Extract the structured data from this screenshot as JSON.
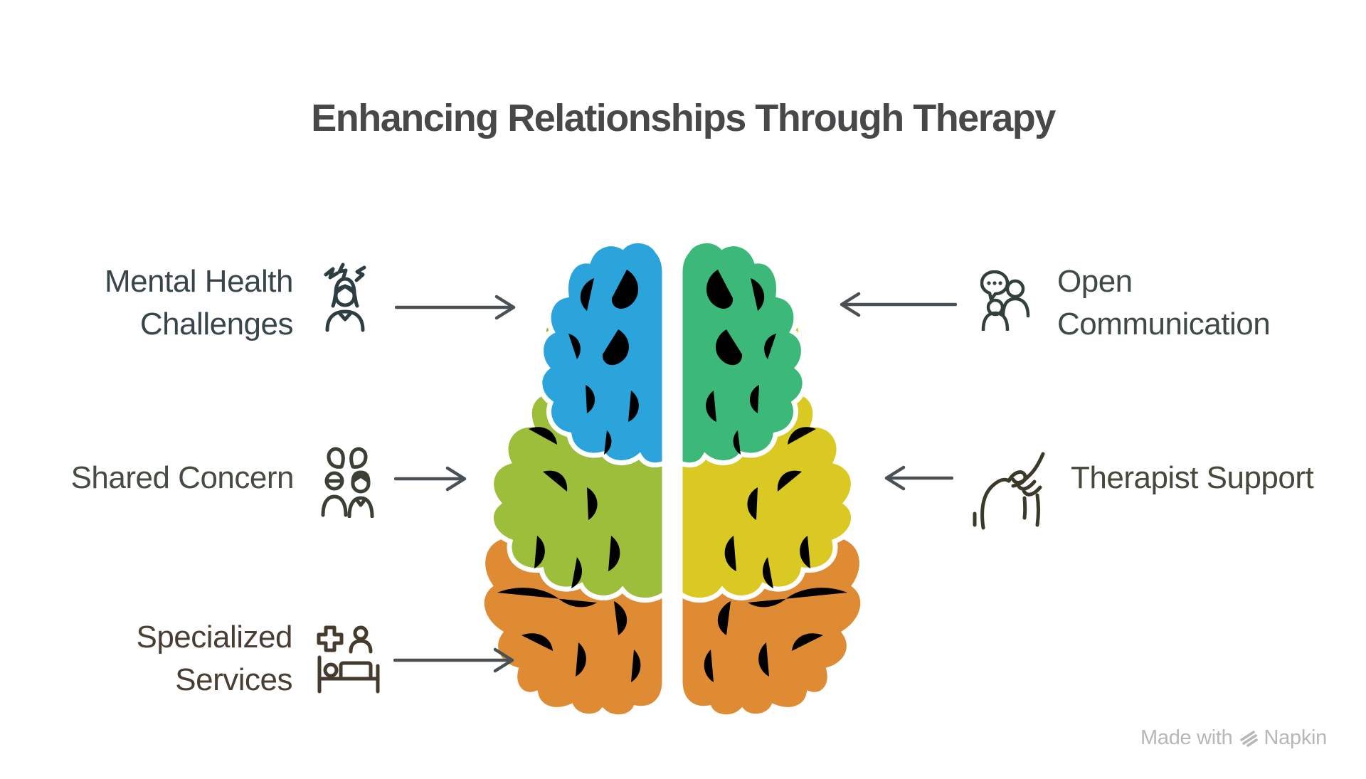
{
  "title": "Enhancing Relationships Through Therapy",
  "left_items": [
    {
      "lines": [
        "Mental Health",
        "Challenges"
      ],
      "icon": "stressed-person"
    },
    {
      "lines": [
        "Shared Concern"
      ],
      "icon": "family-concern"
    },
    {
      "lines": [
        "Specialized",
        "Services"
      ],
      "icon": "patient-bed"
    }
  ],
  "right_items": [
    {
      "lines": [
        "Open",
        "Communication"
      ],
      "icon": "speech-bubble-people"
    },
    {
      "lines": [
        "Therapist Support"
      ],
      "icon": "helping-hands"
    }
  ],
  "watermark": {
    "prefix": "Made with",
    "brand": "Napkin"
  },
  "colors": {
    "brain_frontal_left": "#2BA3DB",
    "brain_frontal_right": "#3CB878",
    "brain_mid_left": "#9DBE3B",
    "brain_mid_right": "#D9C922",
    "brain_lower": "#DF8B33",
    "arrow": "#4B5054",
    "title_text": "#47484A",
    "watermark_text": "#B4B8BA"
  }
}
